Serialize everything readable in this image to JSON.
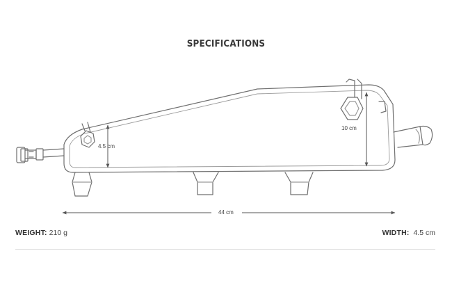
{
  "title": "SPECIFICATIONS",
  "dimensions": {
    "height_front": "4.5 cm",
    "height_rear": "10 cm",
    "length": "44 cm"
  },
  "specs": {
    "weight_label": "WEIGHT:",
    "weight_value": "210 g",
    "width_label": "WIDTH:",
    "width_value": "4.5 cm"
  },
  "colors": {
    "line": "#6f6f6f",
    "arrow": "#555555"
  }
}
